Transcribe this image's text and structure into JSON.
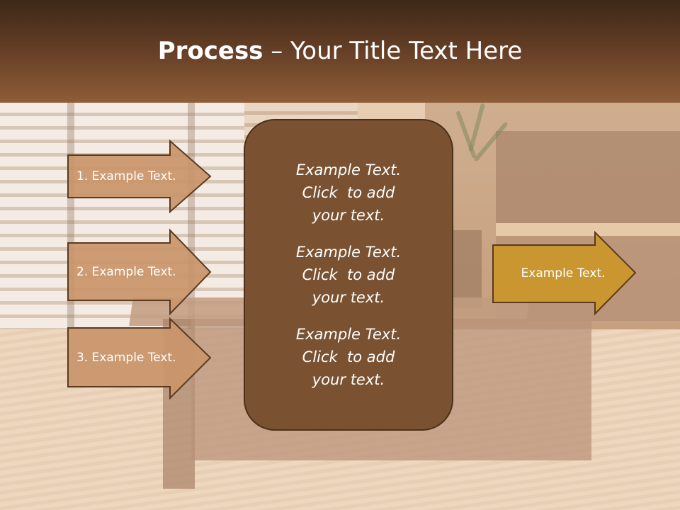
{
  "slide": {
    "title_bold": "Process",
    "title_rest": " – Your Title Text Here"
  },
  "steps": [
    {
      "label": "1. Example Text."
    },
    {
      "label": "2. Example Text."
    },
    {
      "label": "3. Example Text."
    }
  ],
  "center_items": [
    {
      "line1": "Example Text.",
      "line2": "Click  to add",
      "line3": "your text."
    },
    {
      "line1": "Example Text.",
      "line2": "Click  to add",
      "line3": "your text."
    },
    {
      "line1": "Example Text.",
      "line2": "Click  to add",
      "line3": "your text."
    }
  ],
  "output": {
    "label": "Example Text."
  },
  "colors": {
    "header_dark": "#3d2717",
    "header_light": "#8e5d38",
    "step_arrow_fill": "#c9956a",
    "step_arrow_stroke": "#5a3a20",
    "center_box_fill": "#7a5231",
    "output_arrow_fill": "#c9962f"
  }
}
